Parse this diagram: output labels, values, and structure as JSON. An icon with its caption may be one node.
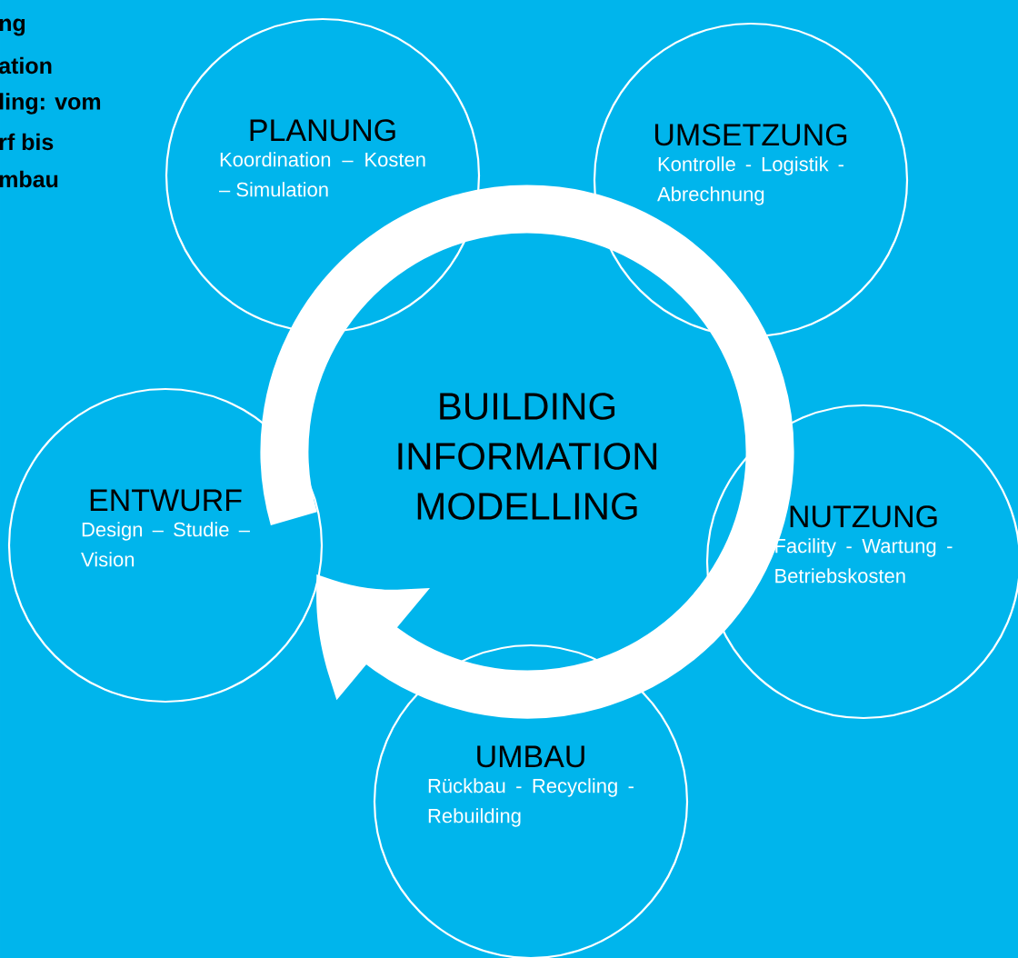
{
  "diagram": {
    "nodes": [
      {
        "text": [
          "PLANUNG",
          "Koordination – Kosten – Simulation"
        ]
      },
      {
        "text": [
          "UMSETZUNG",
          "Kontrolle - Logistik - Abrechnung"
        ]
      },
      {
        "text": [
          "BUILDING INFORMATION MODELLING"
        ]
      },
      {
        "text": [
          "ENTWURF",
          "Design – Studie – Vision"
        ]
      },
      {
        "text": [
          "NUTZUNG",
          "Facility - Wartung - Betriebskosten"
        ]
      },
      {
        "text": [
          "UMBAU",
          "Rückbau - Recycling - Rebuilding"
        ]
      }
    ],
    "labels": [
      "ng",
      "ation",
      "ling: vom",
      "rf bis",
      "mbau"
    ]
  }
}
